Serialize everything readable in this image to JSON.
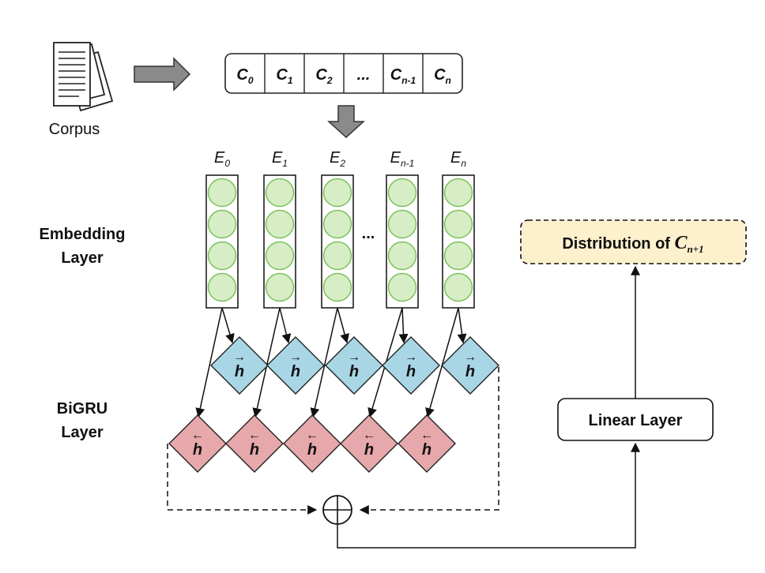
{
  "corpus": {
    "label": "Corpus",
    "icon": "document-stack-icon"
  },
  "tokens": [
    {
      "base": "C",
      "sub": "0"
    },
    {
      "base": "C",
      "sub": "1"
    },
    {
      "base": "C",
      "sub": "2"
    },
    {
      "base": "...",
      "sub": ""
    },
    {
      "base": "C",
      "sub": "n-1"
    },
    {
      "base": "C",
      "sub": "n"
    }
  ],
  "embeddings": [
    {
      "base": "E",
      "sub": "0"
    },
    {
      "base": "E",
      "sub": "1"
    },
    {
      "base": "E",
      "sub": "2"
    },
    {
      "base": "E",
      "sub": "n-1"
    },
    {
      "base": "E",
      "sub": "n"
    }
  ],
  "embedding_ellipsis": "...",
  "embedding_layer": {
    "line1": "Embedding",
    "line2": "Layer"
  },
  "bigru_layer": {
    "line1": "BiGRU",
    "line2": "Layer"
  },
  "forward_cell": {
    "arrow": "→",
    "symbol": "h"
  },
  "backward_cell": {
    "arrow": "←",
    "symbol": "h"
  },
  "linear_layer": {
    "label": "Linear Layer"
  },
  "distribution": {
    "prefix": "Distribution of ",
    "base": "C",
    "sub": "n+1"
  },
  "colors": {
    "forward_fill": "#a9d6e5",
    "backward_fill": "#e6a8ab",
    "embed_circle_fill": "#d6edc6",
    "embed_circle_stroke": "#7cc05a",
    "distribution_fill": "#fdf0cc",
    "arrow_gray": "#8a8a8a"
  }
}
